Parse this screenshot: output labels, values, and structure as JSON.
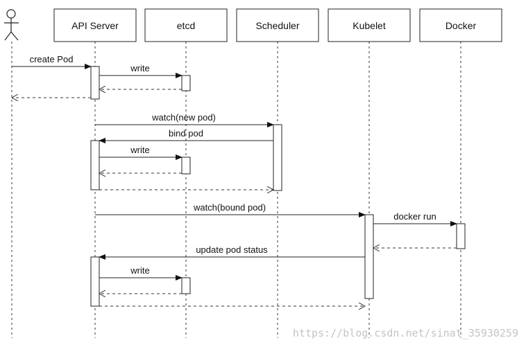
{
  "participants": [
    {
      "id": "actor",
      "label": ""
    },
    {
      "id": "api",
      "label": "API Server"
    },
    {
      "id": "etcd",
      "label": "etcd"
    },
    {
      "id": "sched",
      "label": "Scheduler"
    },
    {
      "id": "kubelet",
      "label": "Kubelet"
    },
    {
      "id": "docker",
      "label": "Docker"
    }
  ],
  "messages": [
    {
      "name": "create-pod",
      "from": "actor",
      "to": "api",
      "kind": "call",
      "label": "create Pod"
    },
    {
      "name": "write-1",
      "from": "api",
      "to": "etcd",
      "kind": "call",
      "label": "write"
    },
    {
      "name": "return-etcd-1",
      "from": "etcd",
      "to": "api",
      "kind": "return",
      "label": ""
    },
    {
      "name": "return-actor",
      "from": "api",
      "to": "actor",
      "kind": "return",
      "label": ""
    },
    {
      "name": "watch-new-pod",
      "from": "api",
      "to": "sched",
      "kind": "call",
      "label": "watch(new pod)"
    },
    {
      "name": "bind-pod",
      "from": "sched",
      "to": "api",
      "kind": "call",
      "label": "bind pod"
    },
    {
      "name": "write-2",
      "from": "api",
      "to": "etcd",
      "kind": "call",
      "label": "write"
    },
    {
      "name": "return-etcd-2",
      "from": "etcd",
      "to": "api",
      "kind": "return",
      "label": ""
    },
    {
      "name": "return-sched",
      "from": "api",
      "to": "sched",
      "kind": "return",
      "label": ""
    },
    {
      "name": "watch-bound-pod",
      "from": "api",
      "to": "kubelet",
      "kind": "call",
      "label": "watch(bound pod)"
    },
    {
      "name": "docker-run",
      "from": "kubelet",
      "to": "docker",
      "kind": "call",
      "label": "docker run"
    },
    {
      "name": "return-docker",
      "from": "docker",
      "to": "kubelet",
      "kind": "return",
      "label": ""
    },
    {
      "name": "update-pod-status",
      "from": "kubelet",
      "to": "api",
      "kind": "call",
      "label": "update pod status"
    },
    {
      "name": "write-3",
      "from": "api",
      "to": "etcd",
      "kind": "call",
      "label": "write"
    },
    {
      "name": "return-etcd-3",
      "from": "etcd",
      "to": "api",
      "kind": "return",
      "label": ""
    },
    {
      "name": "return-kubelet",
      "from": "api",
      "to": "kubelet",
      "kind": "return",
      "label": ""
    }
  ],
  "watermark": "https://blog.csdn.net/sinat_35930259"
}
